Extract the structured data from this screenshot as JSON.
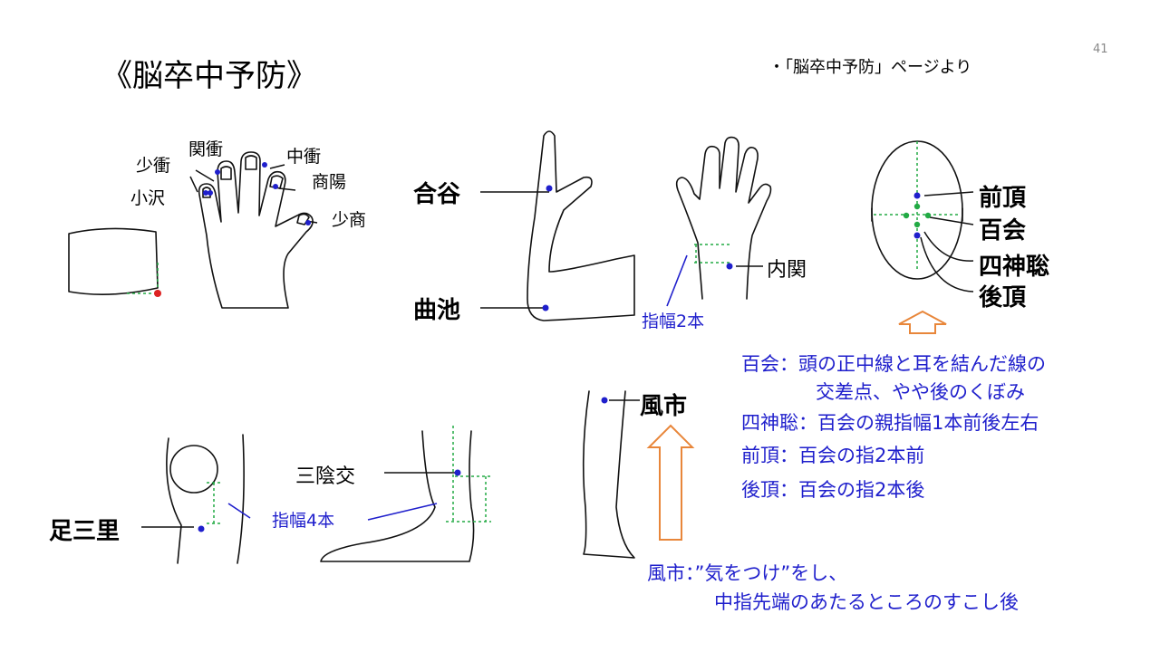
{
  "header": {
    "title": "《脳卒中予防》",
    "subtitle": "・「脳卒中予防」ページより",
    "page_number": "41"
  },
  "hand_points": {
    "shousho": "少衝",
    "kansho": "関衝",
    "chusho": "中衝",
    "shoyo": "商陽",
    "shotaku": "小沢",
    "shosho": "少商"
  },
  "arm_points": {
    "goukoku": "合谷",
    "kyokuchi": "曲池"
  },
  "wrist_points": {
    "naikan": "内関",
    "finger_width": "指幅2本"
  },
  "head_points": {
    "zencho": "前頂",
    "hyakue": "百会",
    "shishinsou": "四神聡",
    "gocho": "後頂"
  },
  "head_notes": {
    "hyakue_1": "百会：頭の正中線と耳を結んだ線の",
    "hyakue_2": "交差点、やや後のくぼみ",
    "shishinsou": "四神聡：百会の親指幅1本前後左右",
    "zencho": "前頂：百会の指2本前",
    "gocho": "後頂：百会の指2本後"
  },
  "leg_points": {
    "fushi": "風市",
    "sanninkou": "三陰交",
    "ashisanri": "足三里",
    "finger_width_4": "指幅4本"
  },
  "fushi_note": {
    "line1": "風市：”気をつけ”をし、",
    "line2": "中指先端のあたるところのすこし後"
  }
}
